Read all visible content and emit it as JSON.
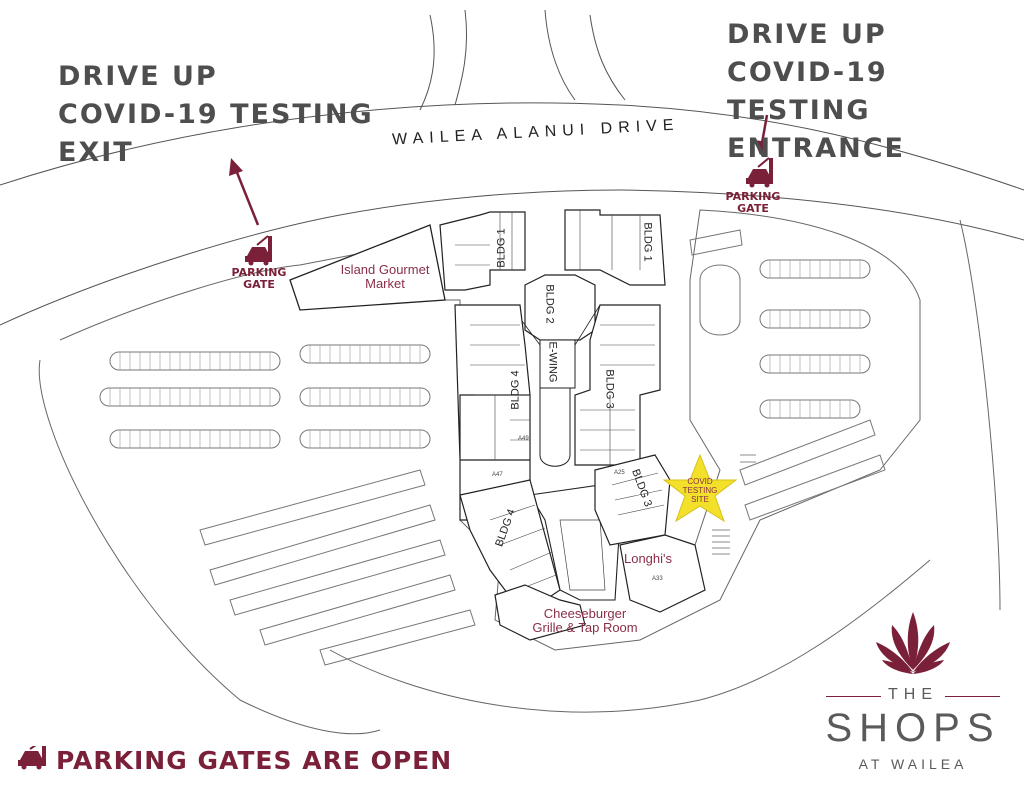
{
  "headings": {
    "exit": [
      "DRIVE UP",
      "COVID-19 TESTING",
      "EXIT"
    ],
    "entrance": [
      "DRIVE UP",
      "COVID-19 TESTING",
      "ENTRANCE"
    ]
  },
  "road": {
    "name": "WAILEA ALANUI DRIVE"
  },
  "parking_gates": [
    {
      "line1": "PARKING",
      "line2": "GATE"
    },
    {
      "line1": "PARKING",
      "line2": "GATE"
    }
  ],
  "stores": {
    "island_gourmet": [
      "Island Gourmet",
      "Market"
    ],
    "longhis": "Longhi's",
    "cheeseburger": [
      "Cheeseburger",
      "Grille & Tap Room"
    ]
  },
  "buildings": {
    "bldg1_left": "BLDG 1",
    "bldg1_right": "BLDG 1",
    "bldg2": "BLDG 2",
    "ewing": "E-WING",
    "bldg3_upper": "BLDG 3",
    "bldg3_lower": "BLDG 3",
    "bldg4_upper": "BLDG 4",
    "bldg4_lower": "BLDG 4"
  },
  "units": {
    "a47": "A47",
    "a33": "A33",
    "a25": "A25",
    "a49": "A49"
  },
  "covid_site": [
    "COVID",
    "TESTING",
    "SITE"
  ],
  "footer": {
    "note": "PARKING GATES ARE OPEN"
  },
  "logo": {
    "the": "THE",
    "shops": "SHOPS",
    "at": "AT WAILEA"
  },
  "icons": {
    "gate": "car-gate-icon",
    "arrow": "arrow-icon",
    "star": "star-icon",
    "lotus": "lotus-logo-icon"
  },
  "colors": {
    "brand": "#7a2038",
    "heading": "#4e4e4e",
    "covid_star": "#f2e02a",
    "road_fill": "#f6f6f6"
  }
}
